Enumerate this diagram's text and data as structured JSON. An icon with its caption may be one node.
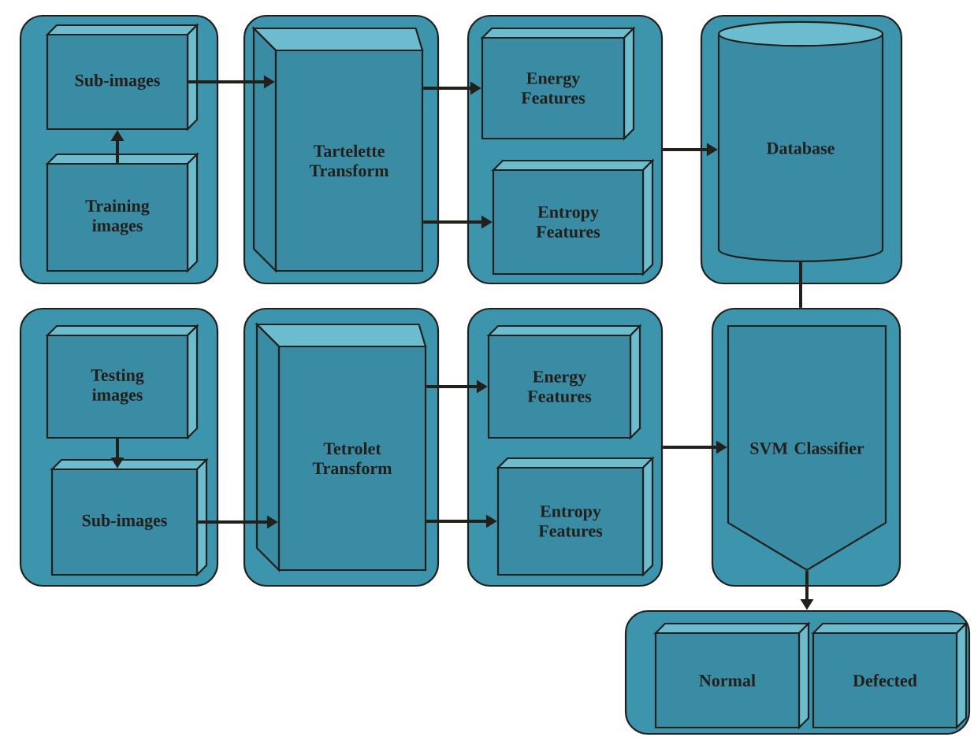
{
  "diagram": {
    "nodes": [
      {
        "text": [],
        "shape": "box"
      },
      {
        "text": [
          "Sub-images"
        ],
        "in": 0
      },
      {
        "text": [
          "Training images"
        ],
        "in": 0
      },
      {
        "text": [],
        "shape": "box"
      },
      {
        "text": [
          "Tartelette Transform"
        ],
        "in": 3
      },
      {
        "text": [],
        "shape": "box"
      },
      {
        "text": [
          "Energy Features"
        ],
        "in": 5
      },
      {
        "text": [
          "Entropy Features"
        ],
        "in": 5
      },
      {
        "text": [],
        "shape": "box"
      },
      {
        "text": [
          "Database"
        ],
        "in": 8
      },
      {
        "text": [],
        "shape": "box"
      },
      {
        "text": [
          "Testing images"
        ],
        "in": 10
      },
      {
        "text": [
          "Sub-images"
        ],
        "in": 10
      },
      {
        "text": [],
        "shape": "box"
      },
      {
        "text": [
          "Tetrolet Transform"
        ],
        "in": 13
      },
      {
        "text": [],
        "shape": "box"
      },
      {
        "text": [
          "Energy Features"
        ],
        "in": 15
      },
      {
        "text": [
          "Entropy Features"
        ],
        "in": 15
      },
      {
        "text": [],
        "shape": "box"
      },
      {
        "text": [
          "SVM Classifier"
        ],
        "in": 18
      },
      {
        "text": [],
        "shape": "box"
      },
      {
        "text": [
          "Normal"
        ],
        "in": 20
      },
      {
        "text": [
          "Defected"
        ],
        "in": 20
      }
    ],
    "edges": [
      {
        "from": 2,
        "to": 1,
        "arrow": "to"
      },
      {
        "from": 1,
        "to": 4,
        "arrow": "to"
      },
      {
        "from": 4,
        "to": 6,
        "arrow": "to"
      },
      {
        "from": 4,
        "to": 7,
        "arrow": "to"
      },
      {
        "from": 5,
        "to": 9,
        "arrow": "to"
      },
      {
        "from": 9,
        "to": 18,
        "arrow": "none"
      },
      {
        "from": 11,
        "to": 12,
        "arrow": "to"
      },
      {
        "from": 12,
        "to": 14,
        "arrow": "to"
      },
      {
        "from": 14,
        "to": 16,
        "arrow": "to"
      },
      {
        "from": 14,
        "to": 17,
        "arrow": "to"
      },
      {
        "from": 15,
        "to": 19,
        "arrow": "to"
      },
      {
        "from": 19,
        "to": 20,
        "arrow": "to"
      }
    ]
  }
}
